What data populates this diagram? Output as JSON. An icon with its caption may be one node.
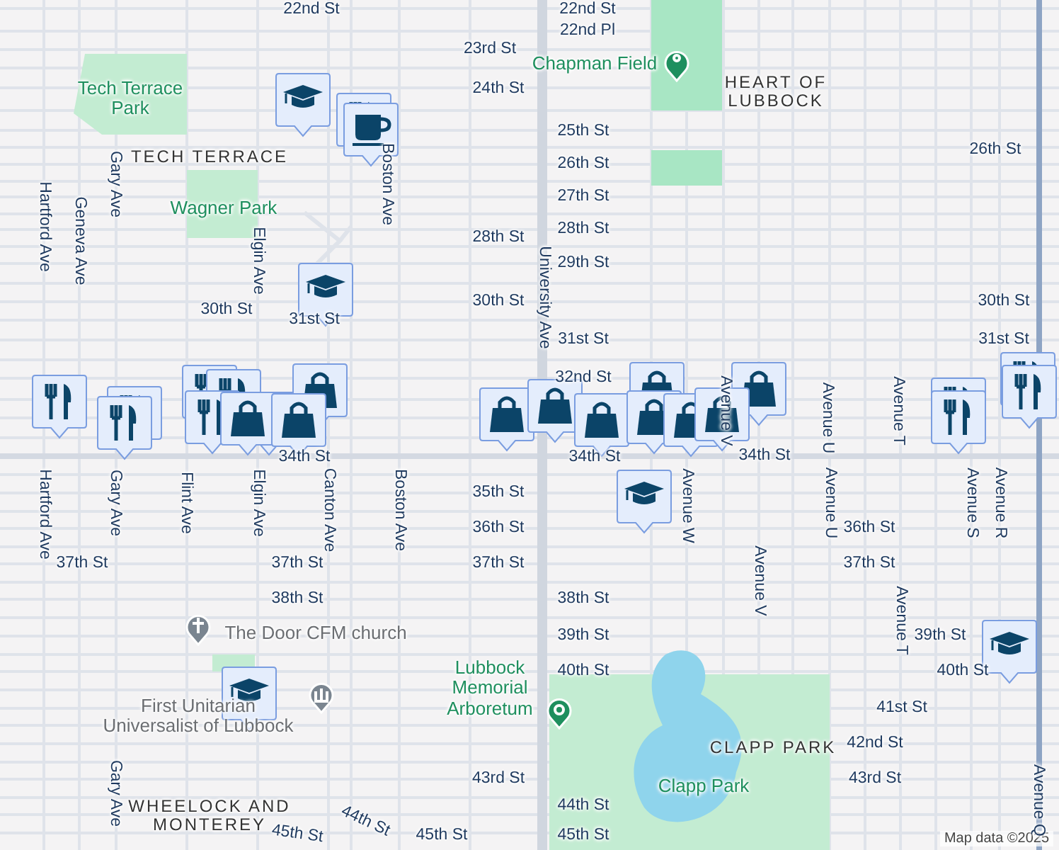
{
  "diagram": {
    "labels": [
      "22nd St",
      "22nd St",
      "22nd Pl",
      "23rd St",
      "Chapman Field",
      "Tech Terrace Park",
      "24th St",
      "HEART OF LUBBOCK",
      "25th St",
      "TECH TERRACE",
      "26th St",
      "26th St",
      "27th St",
      "Wagner Park",
      "28th St",
      "28th St",
      "29th St",
      "30th St",
      "30th St",
      "30th St",
      "31st St",
      "31st St",
      "31st St",
      "32nd St",
      "34th St",
      "34th St",
      "34th St",
      "35th St",
      "36th St",
      "36th St",
      "37th St",
      "37th St",
      "37th St",
      "37th St",
      "38th St",
      "38th St",
      "39th St",
      "39th St",
      "40th St",
      "40th St",
      "The Door CFM church",
      "First Unitarian Universalist of Lubbock",
      "Lubbock Memorial Arboretum",
      "41st St",
      "42nd St",
      "CLAPP PARK",
      "43rd St",
      "43rd St",
      "Clapp Park",
      "WHEELOCK AND MONTEREY",
      "44th St",
      "44th St",
      "45th St",
      "45th St",
      "45th St",
      "Map data ©2025",
      "Hartford Ave",
      "Geneva Ave",
      "Gary Ave",
      "Boston Ave",
      "Elgin Ave",
      "University Ave",
      "Hartford Ave",
      "Gary Ave",
      "Flint Ave",
      "Elgin Ave",
      "Canton Ave",
      "Boston Ave",
      "Avenue V",
      "Avenue U",
      "Avenue T",
      "Avenue W",
      "Avenue U",
      "Avenue S",
      "Avenue R",
      "Avenue V",
      "Avenue T",
      "Gary Ave",
      "Avenue Q"
    ]
  }
}
